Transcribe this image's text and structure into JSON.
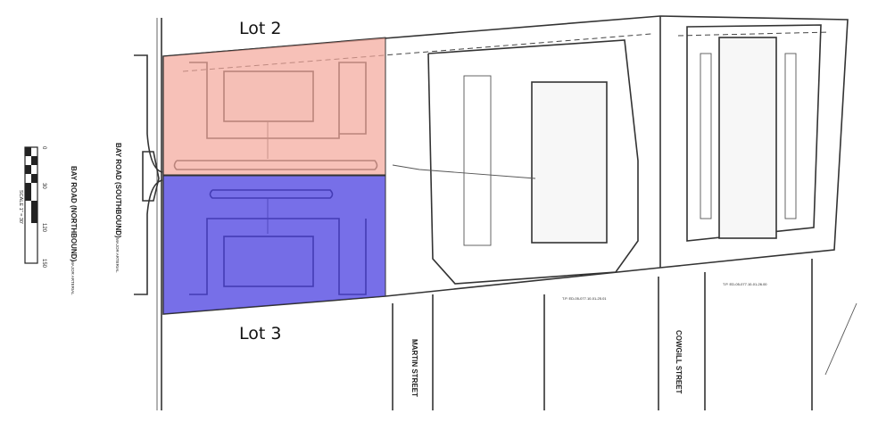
{
  "lots": [
    {
      "label": "Lot 2",
      "color": "#f4a79a"
    },
    {
      "label": "Lot 3",
      "color": "#4a3fe0"
    }
  ],
  "roads": {
    "southbound": "BAY ROAD (SOUTHBOUND)",
    "northbound": "BAY ROAD (NORTHBOUND)",
    "classification": "MAJOR ARTERIAL",
    "martin": "MARTIN STREET",
    "cowgill": "COWGILL STREET"
  },
  "scale": {
    "label": "SCALE 1\" = 30'",
    "ticks": [
      "0",
      "30",
      "120",
      "150"
    ]
  },
  "parcel_notes": [
    "T.P. ED-05-077.10-01-25.01",
    "T.P. ED-05-077.10-01-26.00"
  ]
}
